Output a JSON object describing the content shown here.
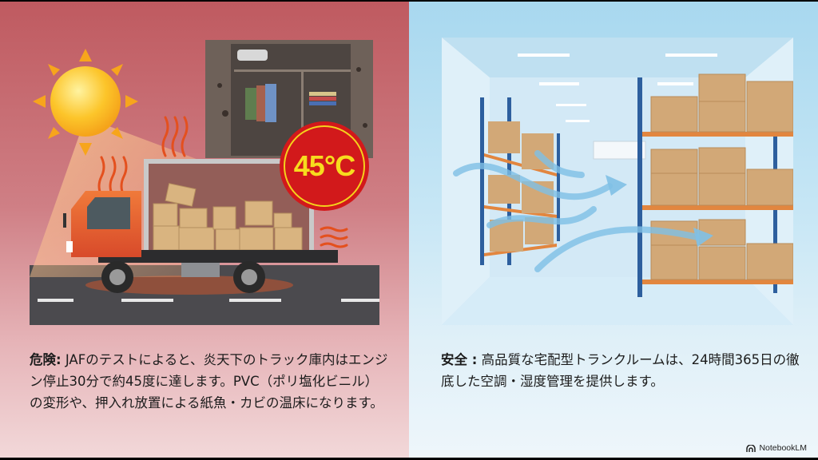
{
  "slide": {
    "left_panel": {
      "theme": "danger",
      "bg_color": "#c4646a",
      "badge": {
        "text": "45°C",
        "bg_color": "#d2191b",
        "text_color": "#f7dc1e"
      },
      "illustration": {
        "elements": [
          "sun-icon",
          "truck",
          "cardboard-boxes",
          "heat-waves",
          "moldy-closet",
          "road"
        ]
      },
      "caption": {
        "label": "危険:",
        "text": " JAFのテストによると、炎天下のトラック庫内はエンジン停止30分で約45度に達します。PVC（ポリ塩化ビニル）の変形や、押入れ放置による紙魚・カビの温床になります。"
      }
    },
    "right_panel": {
      "theme": "safe",
      "bg_color": "#b3dcf0",
      "illustration": {
        "elements": [
          "warehouse-room",
          "ceiling-lights",
          "storage-racks",
          "boxes",
          "airflow-arrows",
          "air-conditioner"
        ]
      },
      "caption": {
        "label": "安全 :",
        "text": " 高品質な宅配型トランクルームは、24時間365日の徹底した空調・湿度管理を提供します。"
      }
    },
    "watermark": {
      "text": "NotebookLM"
    }
  }
}
